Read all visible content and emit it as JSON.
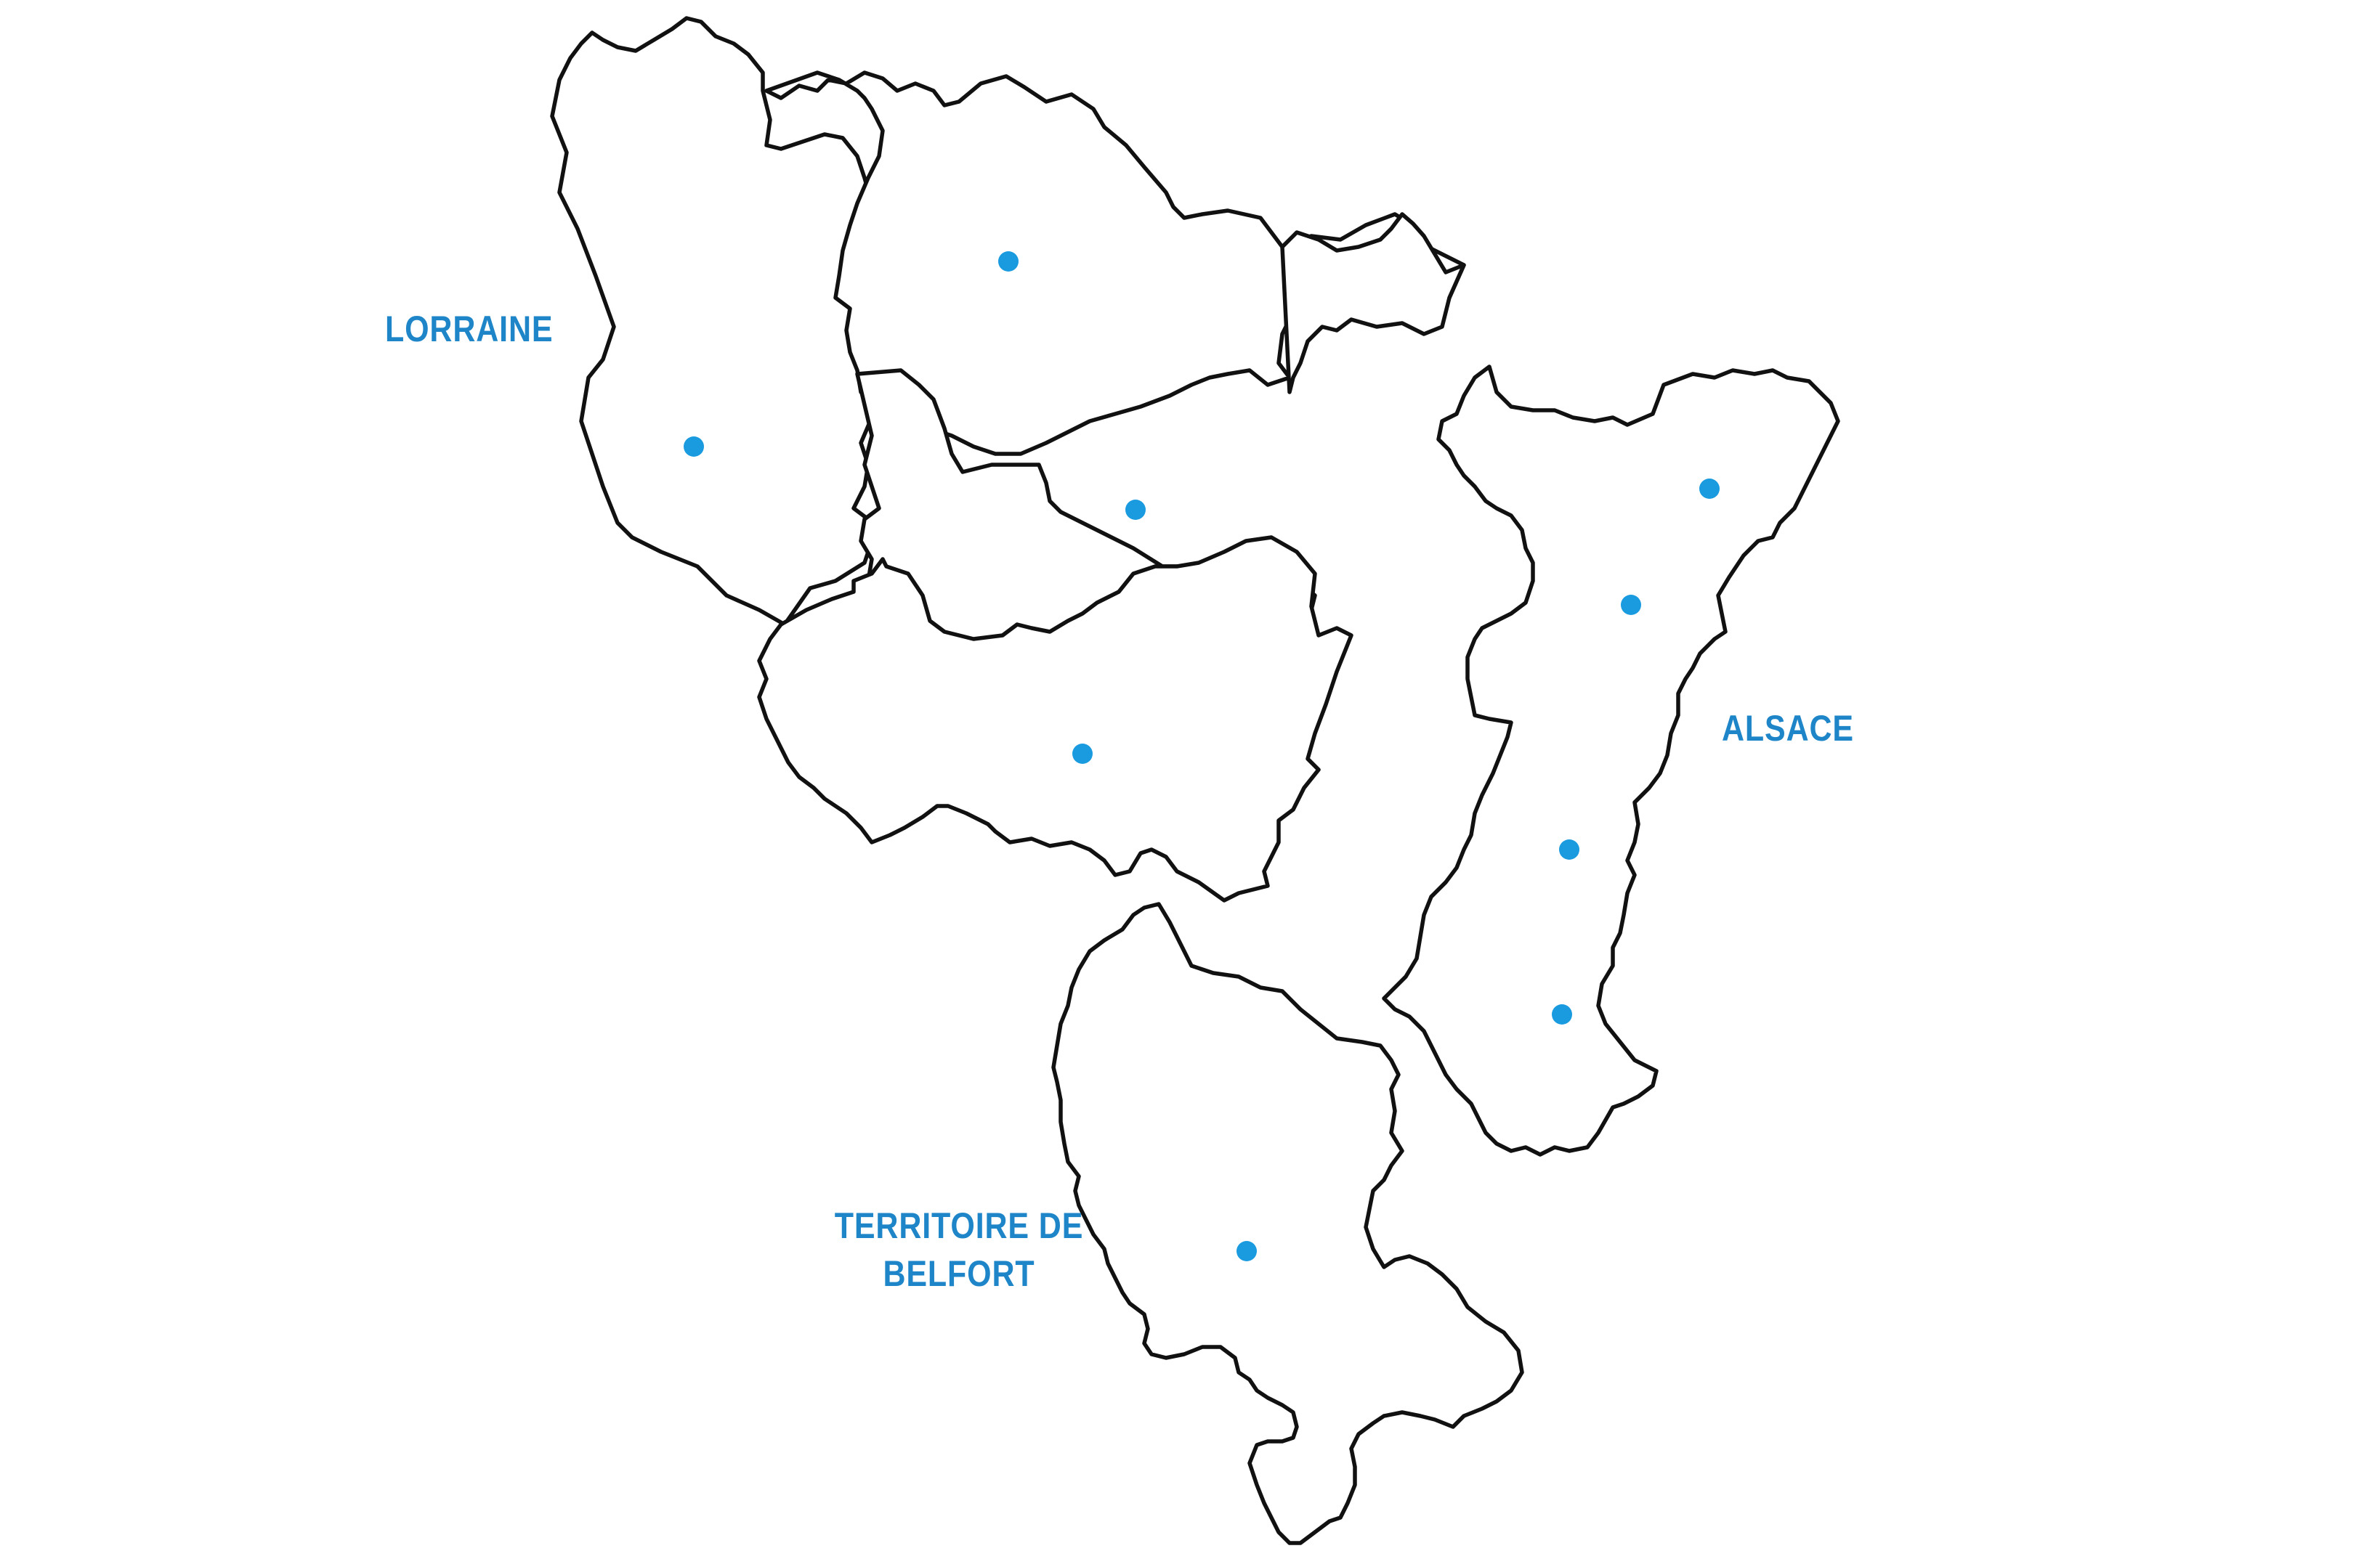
{
  "colors": {
    "outline": "#111111",
    "marker": "#1a9be0",
    "label": "#1e86c8",
    "background": "#ffffff"
  },
  "labels": {
    "lorraine": "LORRAINE",
    "alsace": "ALSACE",
    "belfort_line1": "TERRITOIRE DE",
    "belfort_line2": "BELFORT"
  }
}
